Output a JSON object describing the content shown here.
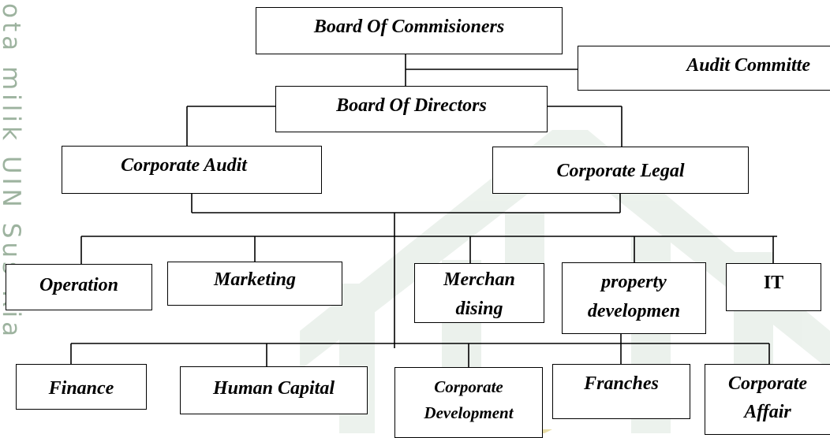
{
  "watermark": {
    "side_text": "ota milik UIN Sus Ria"
  },
  "nodes": {
    "board_commissioners": "Board Of Commisioners",
    "audit_committee": "Audit Committe",
    "board_directors": "Board Of Directors",
    "corporate_audit": "Corporate Audit",
    "corporate_legal": "Corporate Legal",
    "operation": "Operation",
    "marketing": "Marketing",
    "merchandising": "Merchan dising",
    "property_development": "property developmen",
    "it": "IT",
    "finance": "Finance",
    "human_capital": "Human Capital",
    "corporate_development": "Corporate Development",
    "franchises": "Franches",
    "corporate_affair": "Corporate Affair"
  },
  "colors": {
    "watermark_green": "#2f6b35",
    "watermark_gold": "#d8c76a",
    "line": "#000000"
  }
}
